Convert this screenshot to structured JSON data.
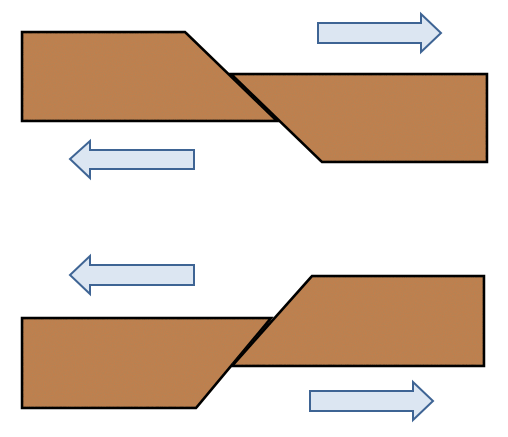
{
  "diagram": {
    "colors": {
      "background": "#ffffff",
      "block_fill": "#c17f4e",
      "block_stroke": "#000000",
      "arrow_fill": "#dce6f2",
      "arrow_stroke": "#3e6494"
    },
    "panels": [
      {
        "name": "top-panel",
        "blocks": [
          "left-block",
          "right-block"
        ],
        "arrows": [
          {
            "name": "top-right-arrow",
            "direction": "right"
          },
          {
            "name": "top-left-arrow",
            "direction": "left"
          }
        ]
      },
      {
        "name": "bottom-panel",
        "blocks": [
          "left-block",
          "right-block"
        ],
        "arrows": [
          {
            "name": "bottom-left-arrow",
            "direction": "left"
          },
          {
            "name": "bottom-right-arrow",
            "direction": "right"
          }
        ]
      }
    ]
  }
}
